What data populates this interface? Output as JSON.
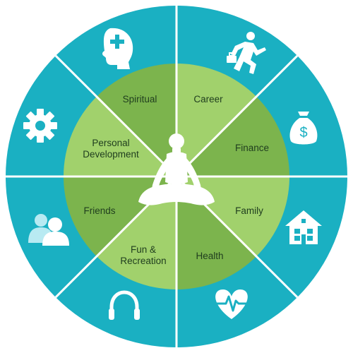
{
  "colors": {
    "outer_ring": "#1ab0c2",
    "divider": "#ffffff",
    "inner_light": "#a1d16c",
    "inner_dark": "#7cb44d",
    "label_text": "#1f3d1e",
    "icon_fill": "#ffffff"
  },
  "center": {
    "icon": "meditation-figure-icon"
  },
  "segments": [
    {
      "key": "spiritual",
      "label_lines": [
        "Spiritual"
      ],
      "icon": "head-plus-icon",
      "shade": "light"
    },
    {
      "key": "career",
      "label_lines": [
        "Career"
      ],
      "icon": "running-businessman-icon",
      "shade": "dark"
    },
    {
      "key": "finance",
      "label_lines": [
        "Finance"
      ],
      "icon": "money-bag-icon",
      "shade": "light"
    },
    {
      "key": "family",
      "label_lines": [
        "Family"
      ],
      "icon": "house-icon",
      "shade": "dark"
    },
    {
      "key": "health",
      "label_lines": [
        "Health"
      ],
      "icon": "heart-pulse-icon",
      "shade": "light"
    },
    {
      "key": "fun-recreation",
      "label_lines": [
        "Fun &",
        "Recreation"
      ],
      "icon": "headphones-icon",
      "shade": "dark"
    },
    {
      "key": "friends",
      "label_lines": [
        "Friends"
      ],
      "icon": "people-icon",
      "shade": "light"
    },
    {
      "key": "personal-development",
      "label_lines": [
        "Personal",
        "Development"
      ],
      "icon": "gear-icon",
      "shade": "dark"
    }
  ]
}
